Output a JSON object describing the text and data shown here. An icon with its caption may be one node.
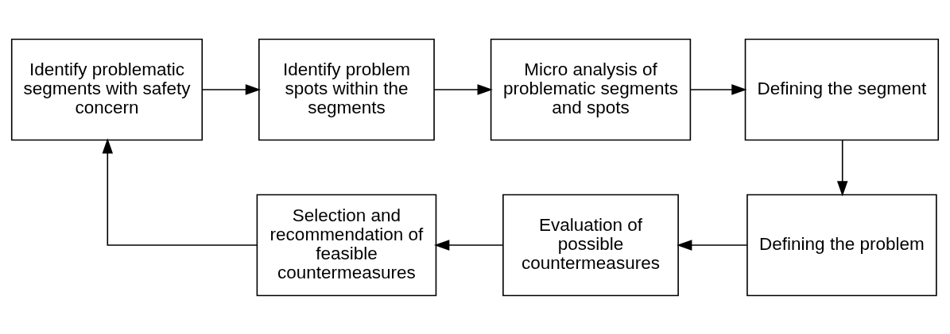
{
  "diagram": {
    "nodes": [
      {
        "text": [
          "Identify problematic segments with safety concern"
        ]
      },
      {
        "text": [
          "Identify problem spots within the segments"
        ]
      },
      {
        "text": [
          "Micro analysis of problematic segments and spots"
        ]
      },
      {
        "text": [
          "Defining the segment"
        ]
      },
      {
        "text": [
          "Defining the problem"
        ]
      },
      {
        "text": [
          "Evaluation of possible countermeasures"
        ]
      },
      {
        "text": [
          "Selection and recommendation of feasible countermeasures"
        ]
      }
    ],
    "edges": [
      {
        "from": 0,
        "to": 1,
        "arrow": "to"
      },
      {
        "from": 1,
        "to": 2,
        "arrow": "to"
      },
      {
        "from": 2,
        "to": 3,
        "arrow": "to"
      },
      {
        "from": 3,
        "to": 4,
        "arrow": "to"
      },
      {
        "from": 4,
        "to": 5,
        "arrow": "to"
      },
      {
        "from": 5,
        "to": 6,
        "arrow": "to"
      },
      {
        "from": 6,
        "to": 0,
        "arrow": "to"
      }
    ]
  }
}
